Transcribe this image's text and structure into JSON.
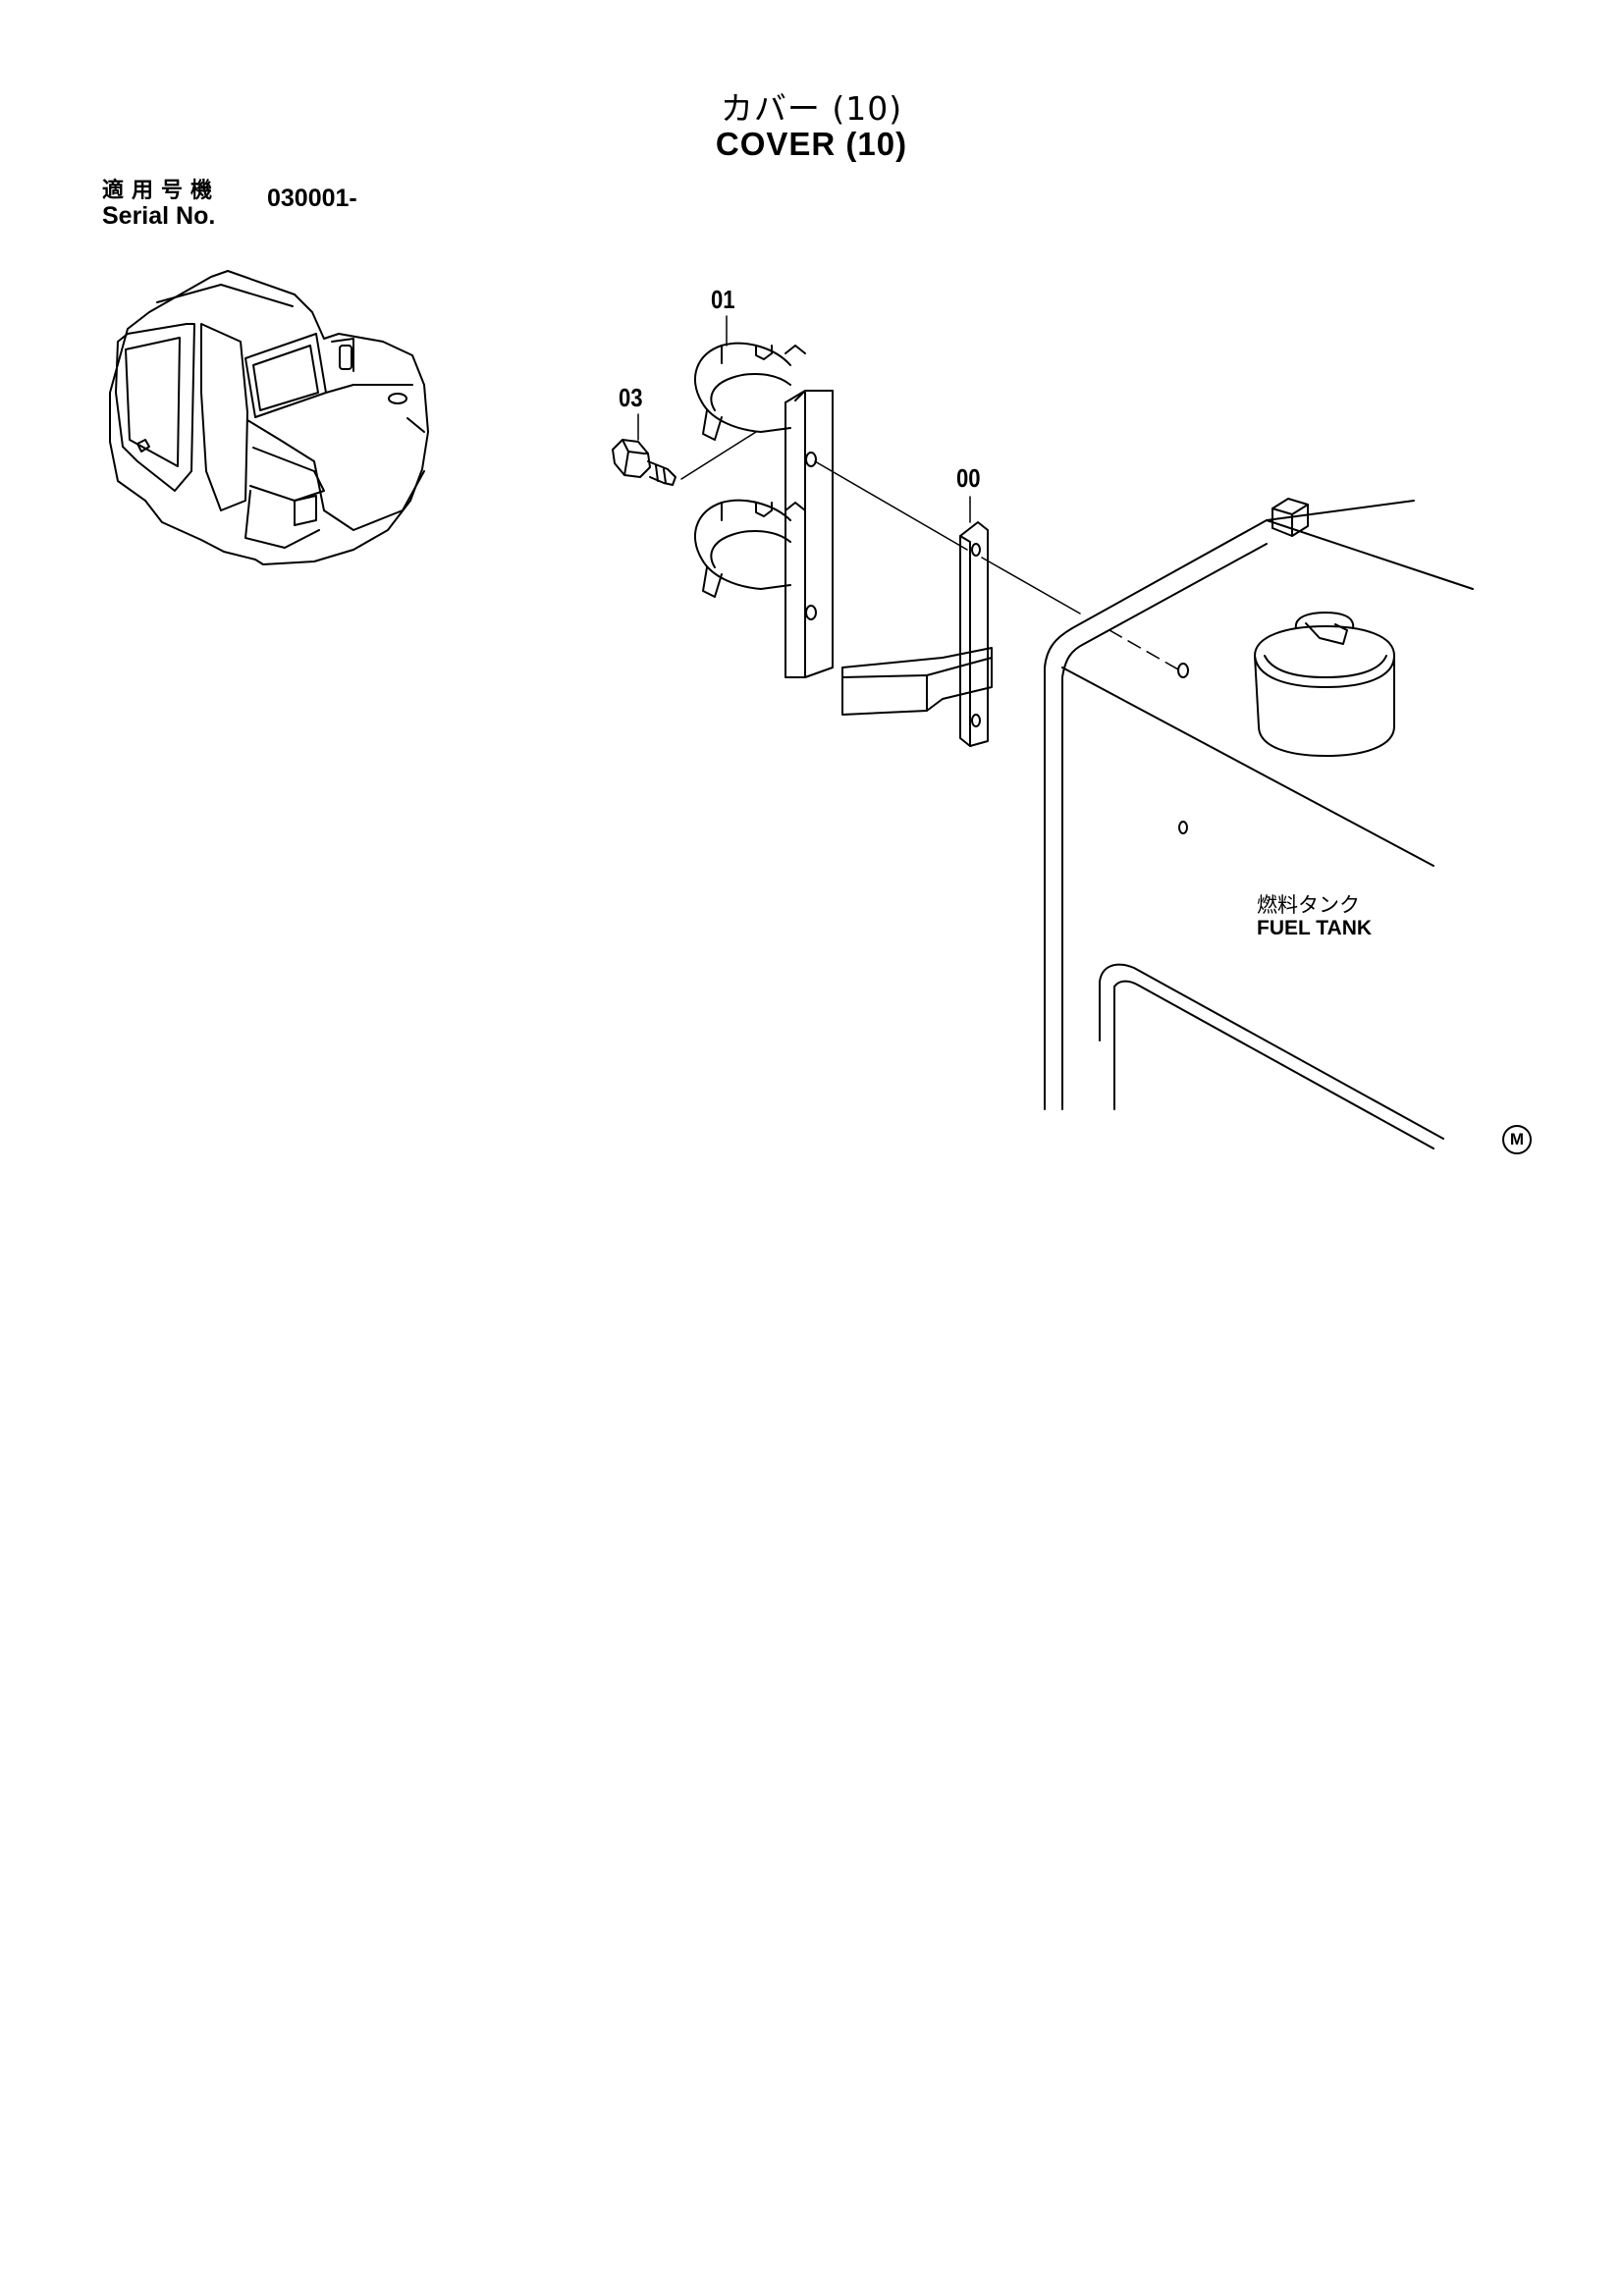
{
  "header": {
    "title_jp": "カバー (10)",
    "title_en": "COVER (10)",
    "serial_label_jp": "適用号機",
    "serial_label_en": "Serial No.",
    "serial_value": "030001-"
  },
  "callouts": {
    "clamp_bracket": "01",
    "bolt": "03",
    "bracket": "00"
  },
  "fuel_tank": {
    "label_jp": "燃料タンク",
    "label_en": "FUEL TANK"
  },
  "corner_mark": "M",
  "icons": {
    "excavator": "excavator-thumbnail-icon"
  }
}
